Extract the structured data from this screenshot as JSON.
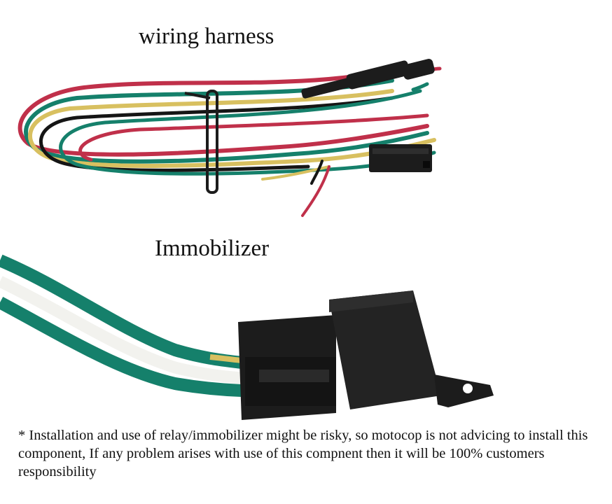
{
  "sections": {
    "harness": {
      "title": "wiring harness",
      "image": "wiring-harness-photo"
    },
    "immobilizer": {
      "title": "Immobilizer",
      "image": "relay-immobilizer-photo"
    }
  },
  "note": {
    "text": "* Installation and use of relay/immobilizer might be risky, so motocop is not advicing to install this component, If any problem arises with use of this compnent then it will be 100% customers responsibility"
  },
  "colors": {
    "wire_red": "#c0304a",
    "wire_green": "#15806b",
    "wire_yellow": "#d8c060",
    "wire_black": "#151515",
    "wire_white": "#f2f2ee",
    "connector_black": "#1c1c1c"
  }
}
